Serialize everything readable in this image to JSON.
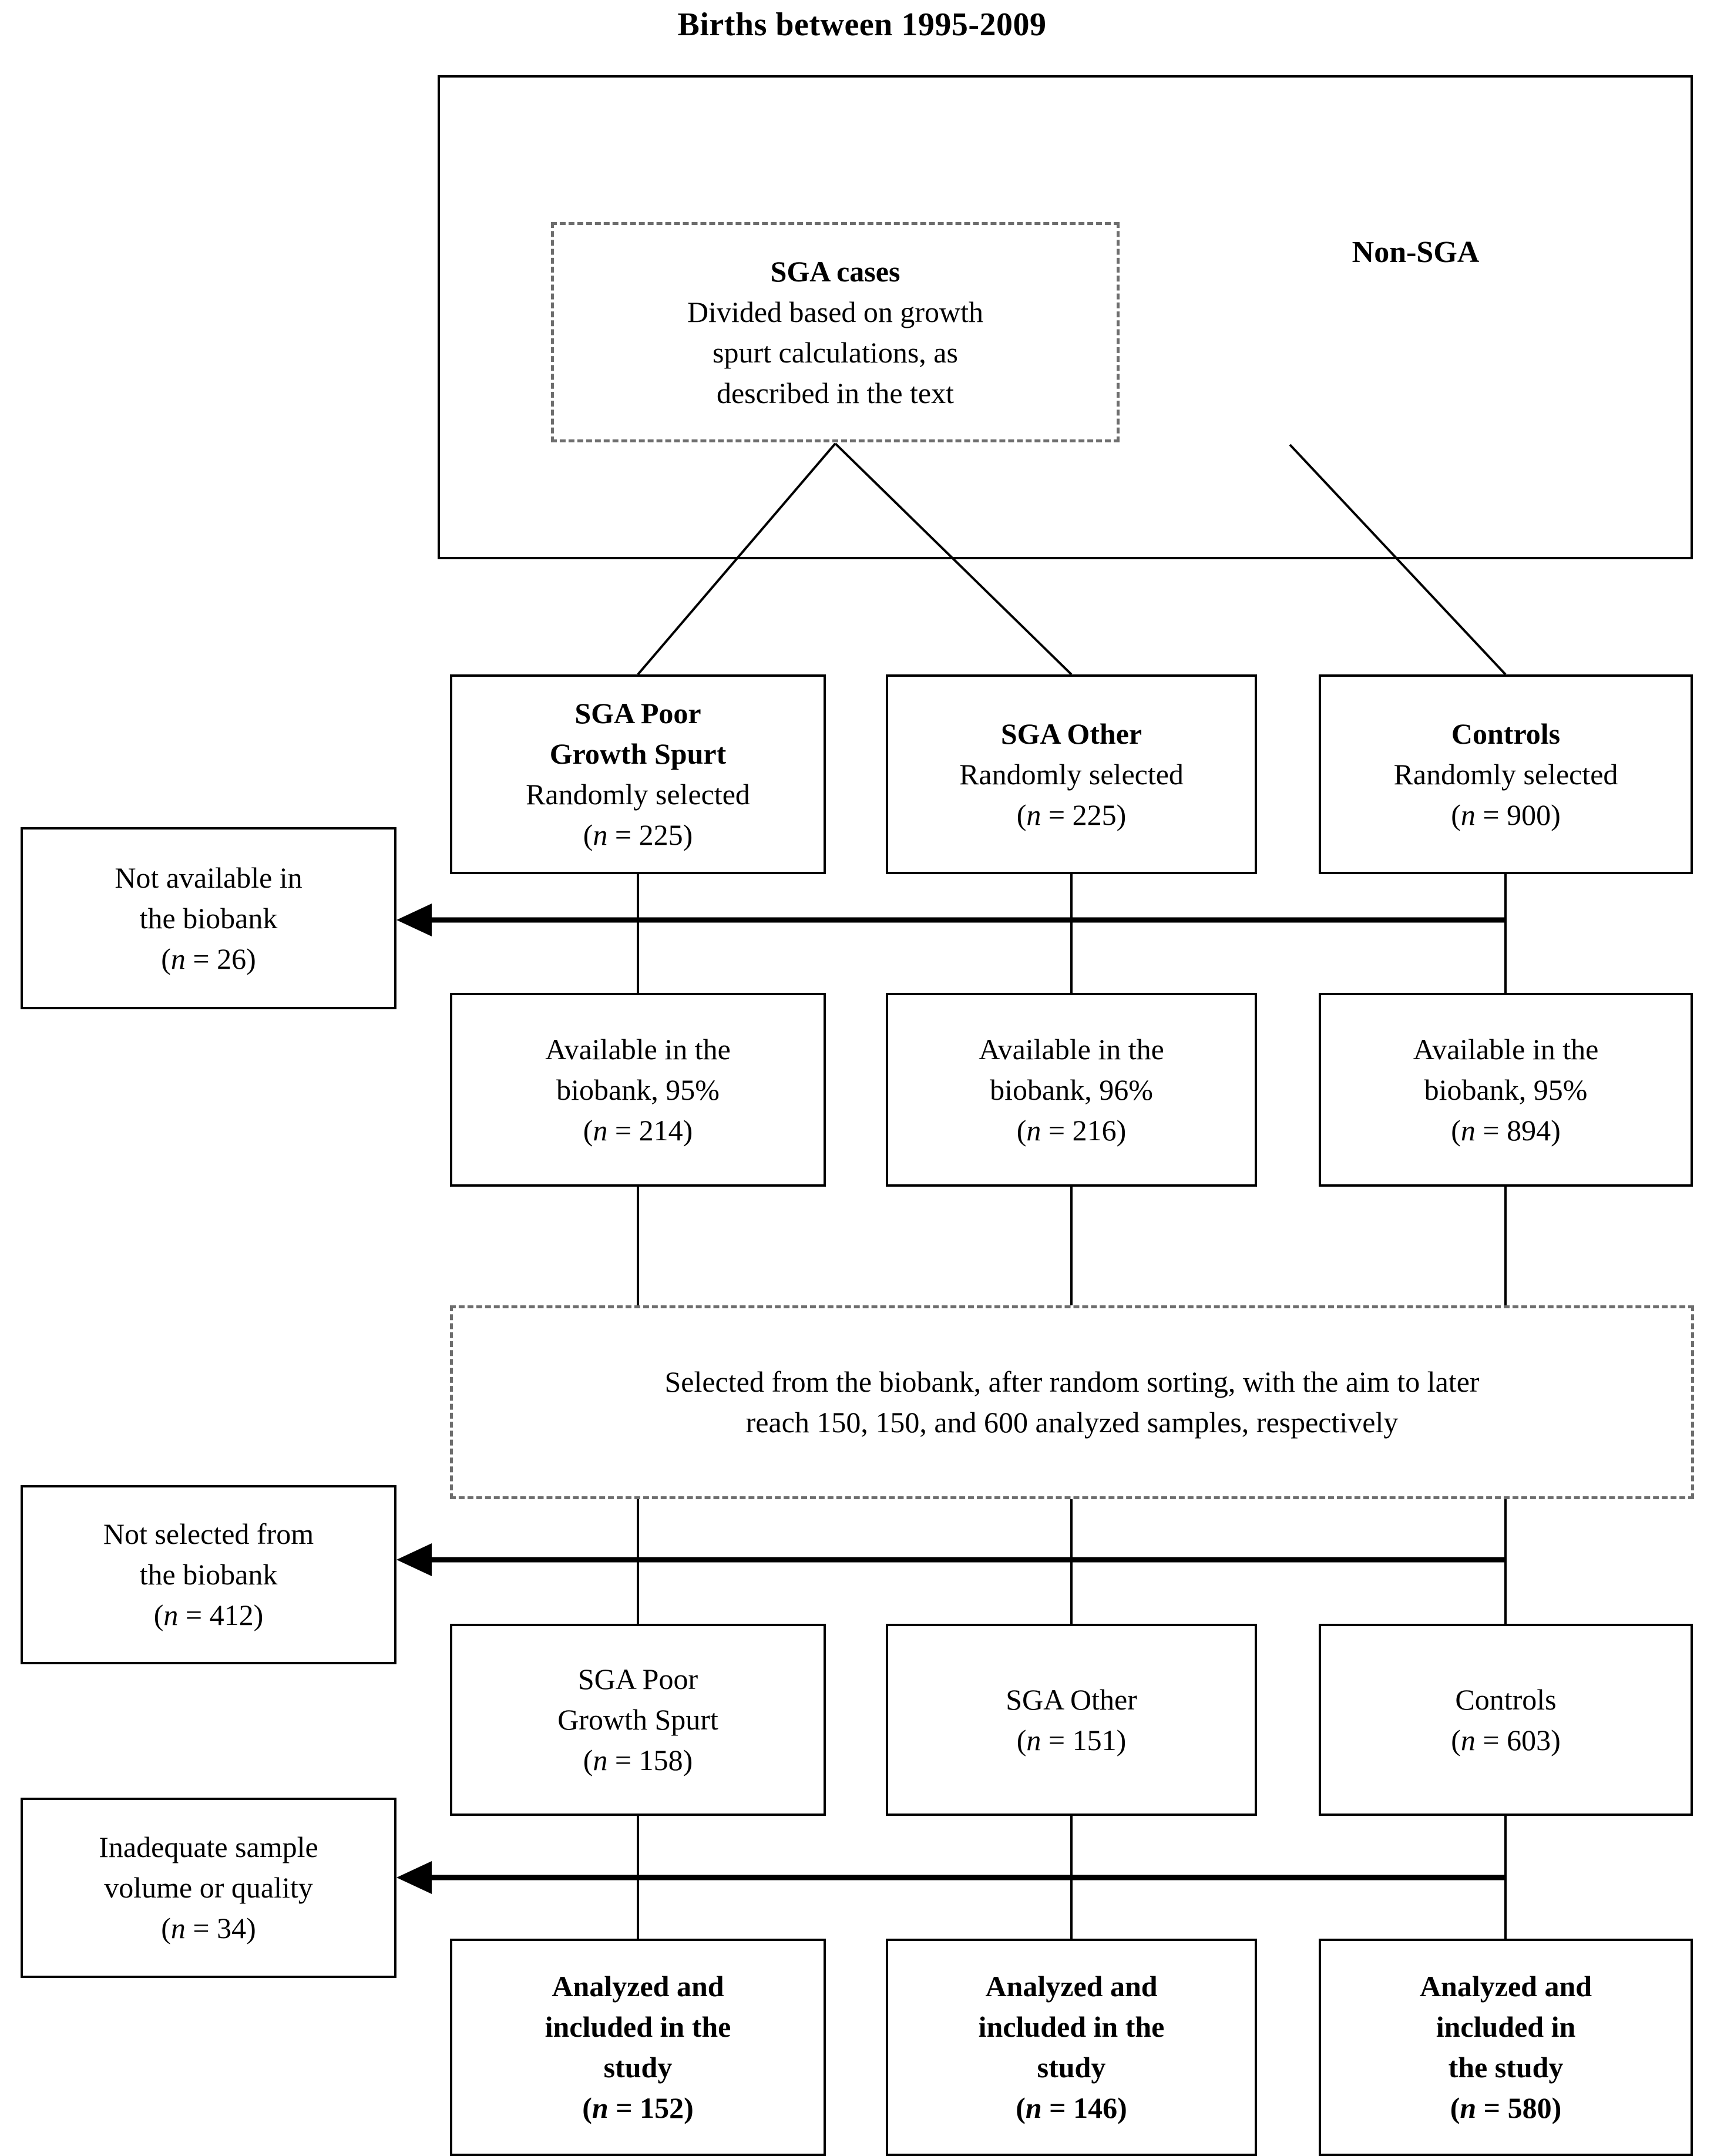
{
  "title": "Births between 1995-2009",
  "top_container": {
    "sga_cases": {
      "heading": "SGA cases",
      "line1": "Divided based on growth",
      "line2": "spurt calculations, as",
      "line3": "described in the text"
    },
    "non_sga_label": "Non-SGA"
  },
  "row_selected": [
    {
      "heading_line1": "SGA Poor",
      "heading_line2": "Growth Spurt",
      "sub": "Randomly selected",
      "n_prefix": "(",
      "n_var": "n",
      "n_eq": " = ",
      "n_value": "225",
      "n_suffix": ")"
    },
    {
      "heading_line1": "SGA Other",
      "heading_line2": "",
      "sub": "Randomly selected",
      "n_prefix": "(",
      "n_var": "n",
      "n_eq": " = ",
      "n_value": "225",
      "n_suffix": ")"
    },
    {
      "heading_line1": "Controls",
      "heading_line2": "",
      "sub": "Randomly selected",
      "n_prefix": "(",
      "n_var": "n",
      "n_eq": " = ",
      "n_value": "900",
      "n_suffix": ")"
    }
  ],
  "row_available": [
    {
      "line1": "Available in the",
      "line2": "biobank, 95%",
      "n_value": "214"
    },
    {
      "line1": "Available in the",
      "line2": "biobank, 96%",
      "n_value": "216"
    },
    {
      "line1": "Available in the",
      "line2": "biobank, 95%",
      "n_value": "894"
    }
  ],
  "selected_note": {
    "line1": "Selected from the biobank, after random sorting, with the aim to later",
    "line2": "reach 150, 150, and 600 analyzed samples, respectively"
  },
  "row_groups": [
    {
      "line1": "SGA Poor",
      "line2": "Growth Spurt",
      "n_value": "158"
    },
    {
      "line1": "SGA Other",
      "line2": "",
      "n_value": "151"
    },
    {
      "line1": "Controls",
      "line2": "",
      "n_value": "603"
    }
  ],
  "row_analyzed": [
    {
      "line1": "Analyzed and",
      "line2": "included in the",
      "line3": "study",
      "n_value": "152"
    },
    {
      "line1": "Analyzed and",
      "line2": "included in the",
      "line3": "study",
      "n_value": "146"
    },
    {
      "line1": "Analyzed and",
      "line2": "included in",
      "line3": "the study",
      "n_value": "580"
    }
  ],
  "exclusions": [
    {
      "line1": "Not available in",
      "line2": "the biobank",
      "n_value": "26"
    },
    {
      "line1": "Not selected from",
      "line2": "the biobank",
      "n_value": "412"
    },
    {
      "line1": "Inadequate sample",
      "line2": "volume or quality",
      "n_value": "34"
    }
  ],
  "colors": {
    "line": "#000000",
    "dashed_border": "#6e6e6e",
    "background": "#ffffff"
  }
}
